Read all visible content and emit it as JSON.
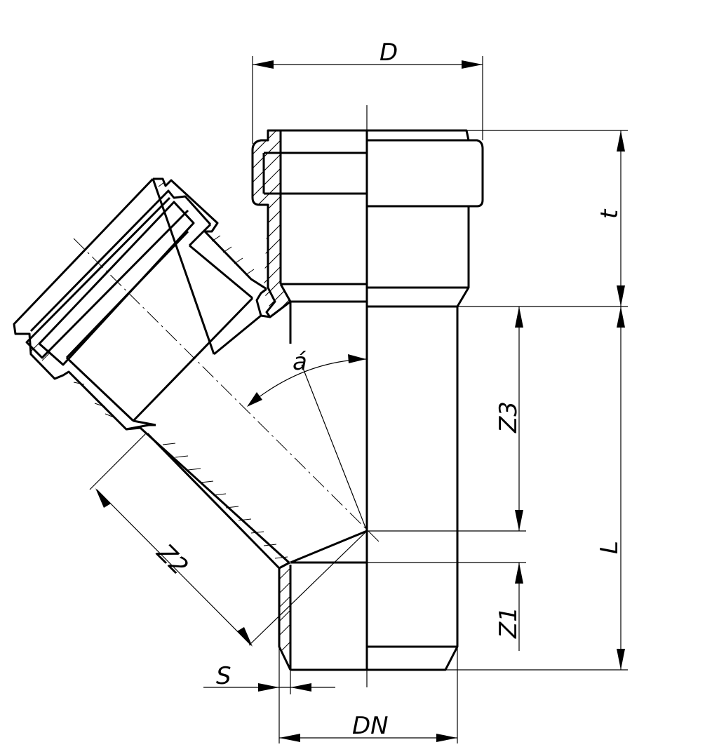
{
  "labels": {
    "D": "D",
    "t": "t",
    "Z3": "Z3",
    "L": "L",
    "Z2": "Z2",
    "Z1": "Z1",
    "S": "S",
    "DN": "DN",
    "alpha": "á"
  }
}
